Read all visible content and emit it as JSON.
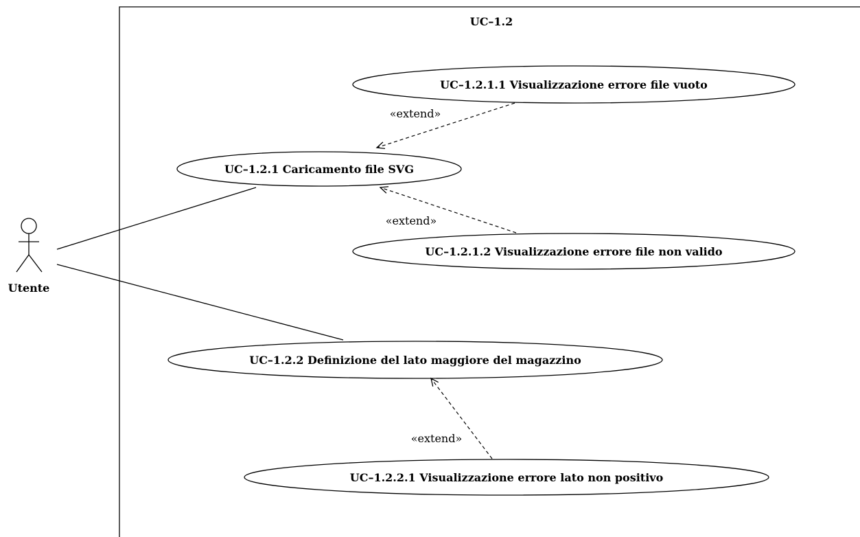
{
  "system": {
    "title": "UC–1.2"
  },
  "actor": {
    "name": "Utente"
  },
  "use_cases": {
    "uc_1_2_1_1": "UC–1.2.1.1 Visualizzazione errore file vuoto",
    "uc_1_2_1": "UC–1.2.1 Caricamento file SVG",
    "uc_1_2_1_2": "UC–1.2.1.2 Visualizzazione errore file non valido",
    "uc_1_2_2": "UC–1.2.2 Definizione del lato maggiore del magazzino",
    "uc_1_2_2_1": "UC–1.2.2.1 Visualizzazione errore lato non positivo"
  },
  "relations": {
    "extend_1": "«extend»",
    "extend_2": "«extend»",
    "extend_3": "«extend»"
  }
}
